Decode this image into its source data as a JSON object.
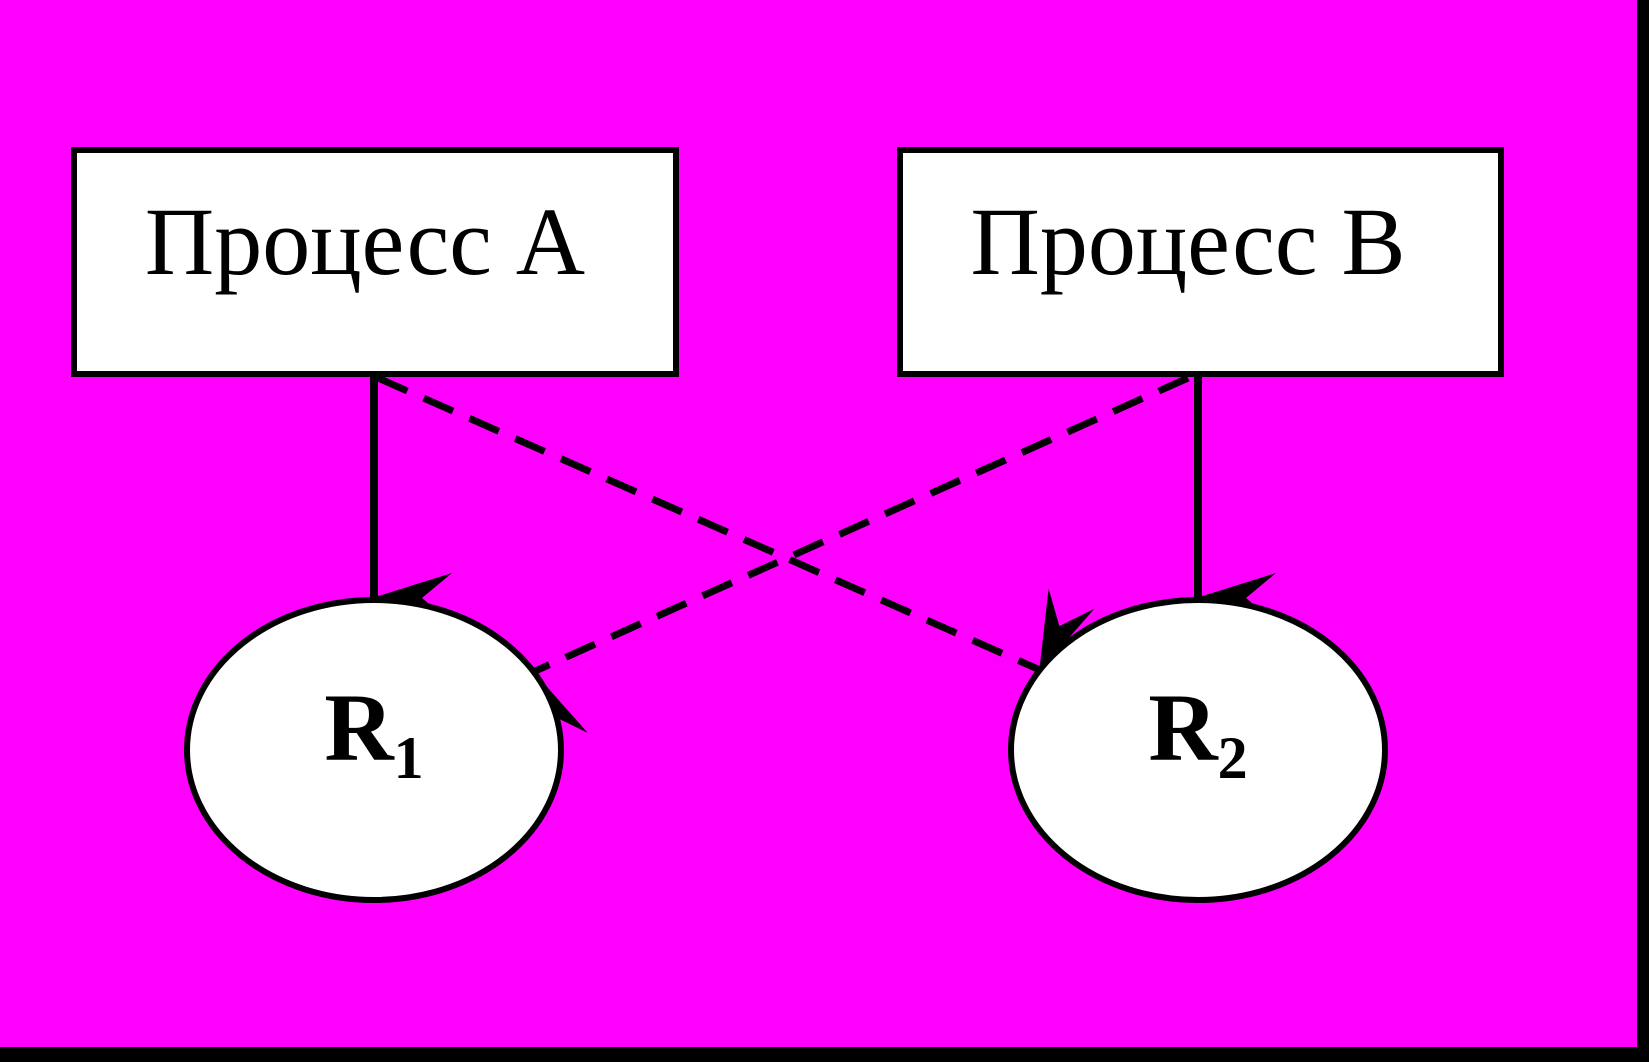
{
  "diagram": {
    "background_color": "#FF00FF",
    "frame_color": "#000000",
    "processes": [
      {
        "id": "A",
        "label": "Процесс A"
      },
      {
        "id": "B",
        "label": "Процесс B"
      }
    ],
    "resources": [
      {
        "id": "R1",
        "base": "R",
        "subscript": "1"
      },
      {
        "id": "R2",
        "base": "R",
        "subscript": "2"
      }
    ],
    "edges": [
      {
        "from": "A",
        "to": "R1",
        "style": "solid"
      },
      {
        "from": "B",
        "to": "R2",
        "style": "solid"
      },
      {
        "from": "A",
        "to": "R2",
        "style": "dashed"
      },
      {
        "from": "B",
        "to": "R1",
        "style": "dashed"
      }
    ]
  }
}
